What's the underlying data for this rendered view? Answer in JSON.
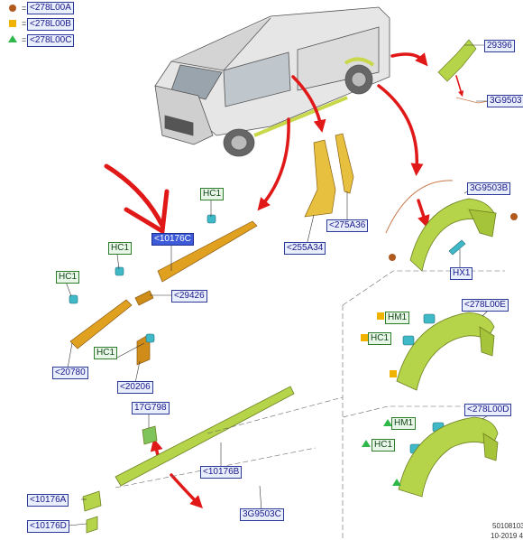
{
  "legend": [
    {
      "symbol": "circle",
      "color": "#b05a1e",
      "code": "<278L00A"
    },
    {
      "symbol": "square",
      "color": "#f0b400",
      "code": "<278L00B"
    },
    {
      "symbol": "triangle",
      "color": "#2fb84a",
      "code": "<278L00C"
    }
  ],
  "callouts": {
    "c29396": "29396",
    "c3g9503a": "3G9503",
    "c255a34": "<255A34",
    "c275a36": "<275A36",
    "c3g9503b": "3G9503B",
    "hx1": "HX1",
    "hc1_top": "HC1",
    "c10176c": "<10176C",
    "hc1_mid": "HC1",
    "c29426": "<29426",
    "hc1_left": "HC1",
    "hc1_low": "HC1",
    "c20780": "<20780",
    "c20206": "<20206",
    "c278l00e": "<278L00E",
    "hm1_a": "HM1",
    "hc1_e": "HC1",
    "c278l00d": "<278L00D",
    "hm1_b": "HM1",
    "hc1_d": "HC1",
    "c17g798": "17G798",
    "c10176b": "<10176B",
    "c10176a": "<10176A",
    "c10176d": "<10176D",
    "c3g9503c": "3G9503C"
  },
  "footer": {
    "line1": "50108103",
    "line2": "10-2019 4"
  },
  "colors": {
    "trim_orange": "#e0a020",
    "trim_dark": "#a86a10",
    "arch_green": "#b5d44a",
    "arrow_red": "#e01818",
    "label_blue": "#2e3a99",
    "label_green": "#2d7d2d",
    "clip_cyan": "#3fb9c8"
  }
}
